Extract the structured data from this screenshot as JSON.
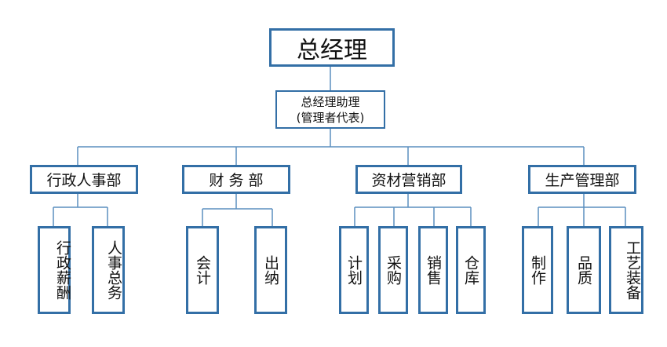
{
  "ceo": "总经理",
  "assistant": {
    "line1": "总经理助理",
    "line2": "(管理者代表)"
  },
  "departments": [
    {
      "name": "行政人事部",
      "units": [
        "行政薪酬",
        "人事总务"
      ]
    },
    {
      "name": "财 务 部",
      "units": [
        "会计",
        "出纳"
      ]
    },
    {
      "name": "资材营销部",
      "units": [
        "计划",
        "采购",
        "销售",
        "仓库"
      ]
    },
    {
      "name": "生产管理部",
      "units": [
        "制作",
        "品质",
        "工艺装备"
      ]
    }
  ],
  "colors": {
    "border": "#336fa6",
    "line": "#5b8fbf"
  }
}
